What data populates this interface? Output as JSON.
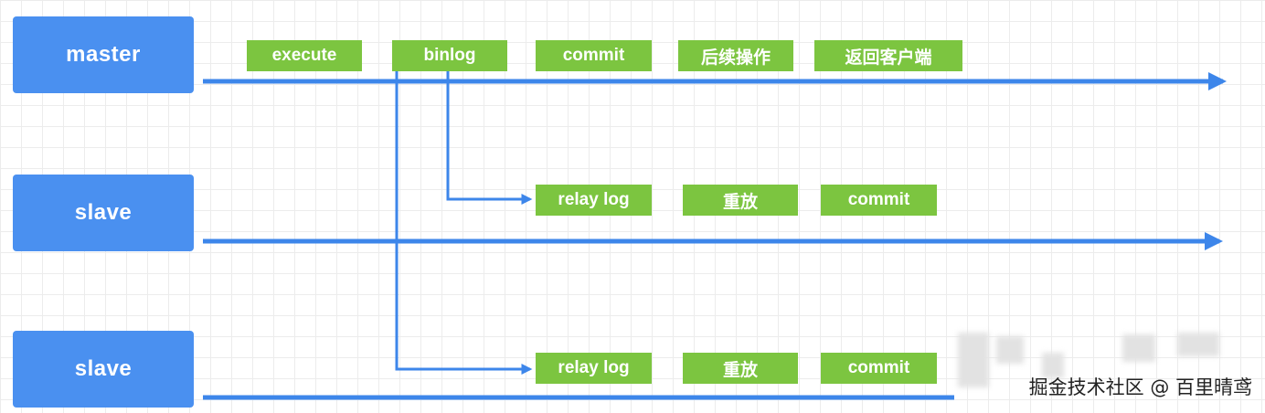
{
  "nodes": {
    "master": "master",
    "slave1": "slave",
    "slave2": "slave"
  },
  "master_steps": [
    "execute",
    "binlog",
    "commit",
    "后续操作",
    "返回客户端"
  ],
  "slave1_steps": [
    "relay log",
    "重放",
    "commit"
  ],
  "slave2_steps": [
    "relay log",
    "重放",
    "commit"
  ],
  "watermark": "掘金技术社区 @ 百里晴鸢",
  "colors": {
    "node_blue": "#4a90f0",
    "step_green": "#7cc540",
    "arrow_blue": "#3d86ea"
  }
}
